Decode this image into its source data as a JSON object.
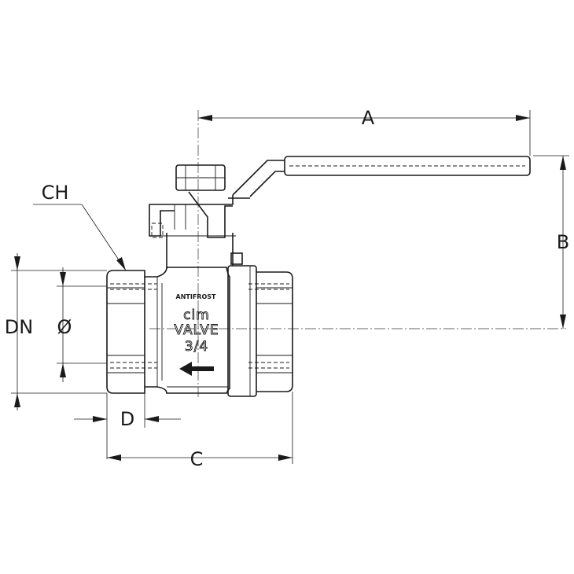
{
  "dimension_labels": {
    "a": "A",
    "b": "B",
    "c": "C",
    "d": "D",
    "ch": "CH",
    "dn": "DN",
    "diameter": "Ø"
  },
  "body_markings": {
    "line1": "ANTIFROST",
    "line2": "cim",
    "line3": "VALVE",
    "line4": "3/4"
  },
  "flow_arrow_icon": "left-arrow-icon"
}
